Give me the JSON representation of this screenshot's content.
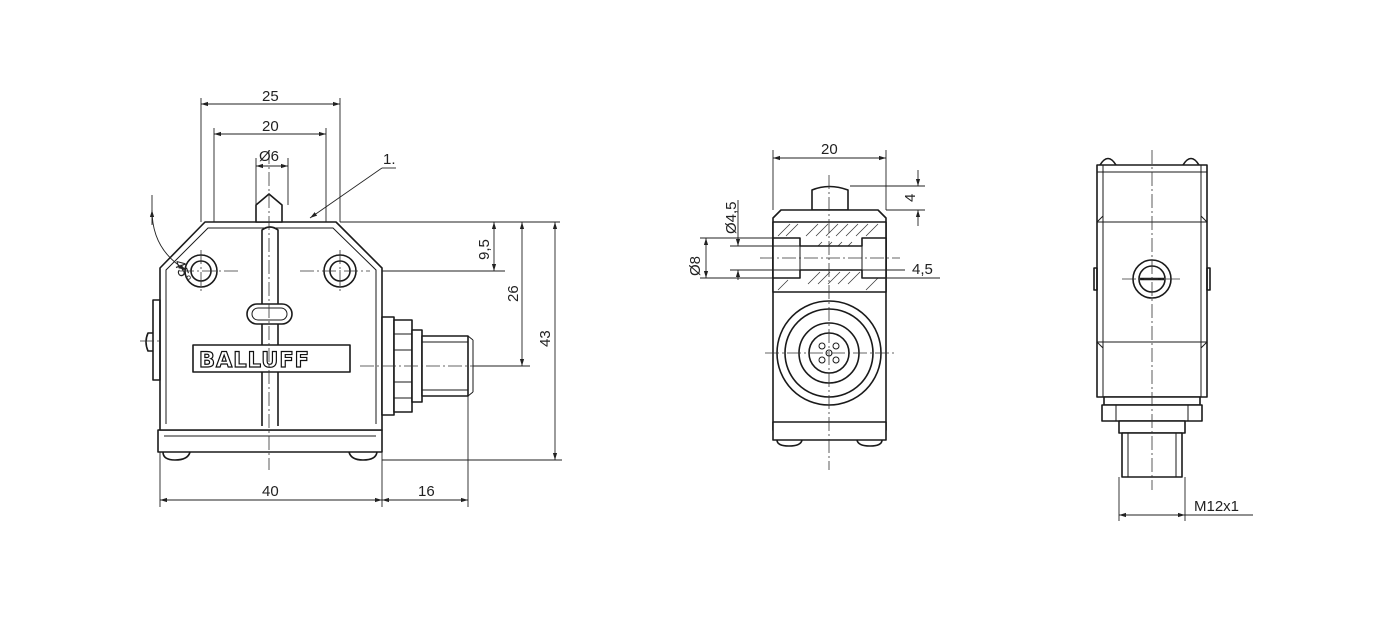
{
  "brand": "BALLUFF",
  "dimensions": {
    "front_width_top": "25",
    "front_width_inner": "20",
    "plunger_diameter": "Ø6",
    "item_callout": "1.",
    "chamfer_angle": "45°",
    "hole_offset": "9,5",
    "connector_height": "26",
    "total_height": "43",
    "base_width": "40",
    "connector_length": "16",
    "side_width": "20",
    "plunger_height": "4",
    "hole_diameter_small": "Ø4,5",
    "hole_diameter_large": "Ø8",
    "hole_depth": "4,5",
    "thread": "M12x1"
  }
}
